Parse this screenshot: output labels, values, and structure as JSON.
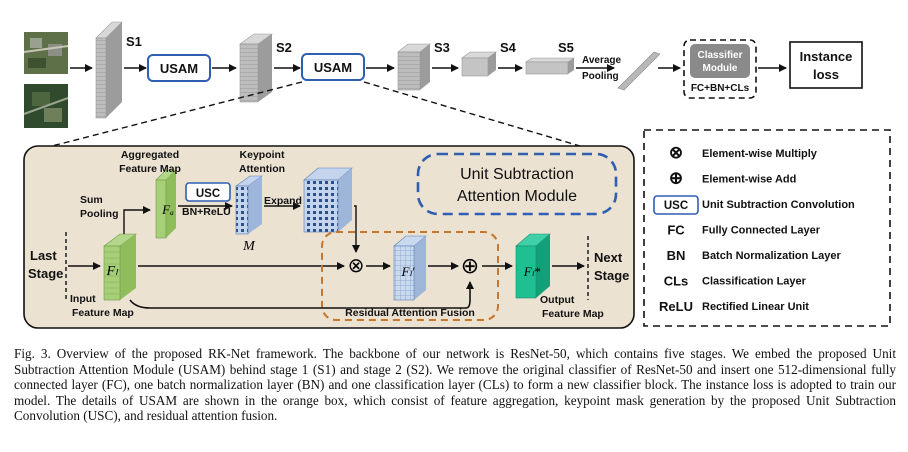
{
  "top_row": {
    "stages": [
      "S1",
      "S2",
      "S3",
      "S4",
      "S5"
    ],
    "usam_label": "USAM",
    "average_pooling": [
      "Average",
      "Pooling"
    ],
    "classifier": {
      "title": [
        "Classifier",
        "Module"
      ],
      "sub": "FC+BN+CLs"
    },
    "instance_loss": [
      "Instance",
      "loss"
    ]
  },
  "module": {
    "title": [
      "Unit Subtraction",
      "Attention Module"
    ],
    "last_stage": [
      "Last",
      "Stage"
    ],
    "next_stage": [
      "Next",
      "Stage"
    ],
    "sum_pooling": [
      "Sum",
      "Pooling"
    ],
    "aggregated_map": [
      "Aggregated",
      "Feature Map"
    ],
    "keypoint_attention": [
      "Keypoint",
      "Attention"
    ],
    "usc_label": "USC",
    "bn_relu": "BN+ReLU",
    "expand": "Expand",
    "mask_symbol": "M",
    "fa_symbol": "Fₐ",
    "fl_symbol": "Fₗ",
    "fl_prime_symbol": "Fₗ′",
    "fl_star_symbol": "Fₗ*",
    "multiply_symbol": "⊗",
    "add_symbol": "⊕",
    "input_map": [
      "Input",
      "Feature Map"
    ],
    "output_map": [
      "Output",
      "Feature Map"
    ],
    "residual_fusion": "Residual Attention Fusion"
  },
  "legend": [
    {
      "symbol": "⊗",
      "text": "Element-wise Multiply"
    },
    {
      "symbol": "⊕",
      "text": "Element-wise Add"
    },
    {
      "symbol": "USC",
      "text": "Unit Subtraction Convolution",
      "boxed": true
    },
    {
      "symbol": "FC",
      "text": "Fully Connected Layer"
    },
    {
      "symbol": "BN",
      "text": "Batch Normalization Layer"
    },
    {
      "symbol": "CLs",
      "text": "Classification Layer"
    },
    {
      "symbol": "ReLU",
      "text": "Rectified Linear Unit"
    }
  ],
  "caption": "Fig. 3.   Overview of the proposed RK-Net framework. The backbone of our network is ResNet-50, which contains five stages. We embed the proposed Unit Subtraction Attention Module (USAM) behind stage 1 (S1) and stage 2 (S2). We remove the original classifier of ResNet-50 and insert one 512-dimensional fully connected layer (FC), one batch normalization layer (BN) and one classification layer (CLs) to form a new classifier block. The instance loss is adopted to train our model. The details of USAM are shown in the orange box, which consist of feature aggregation, keypoint mask generation by the proposed Unit Subtraction Convolution (USC), and residual attention fusion."
}
